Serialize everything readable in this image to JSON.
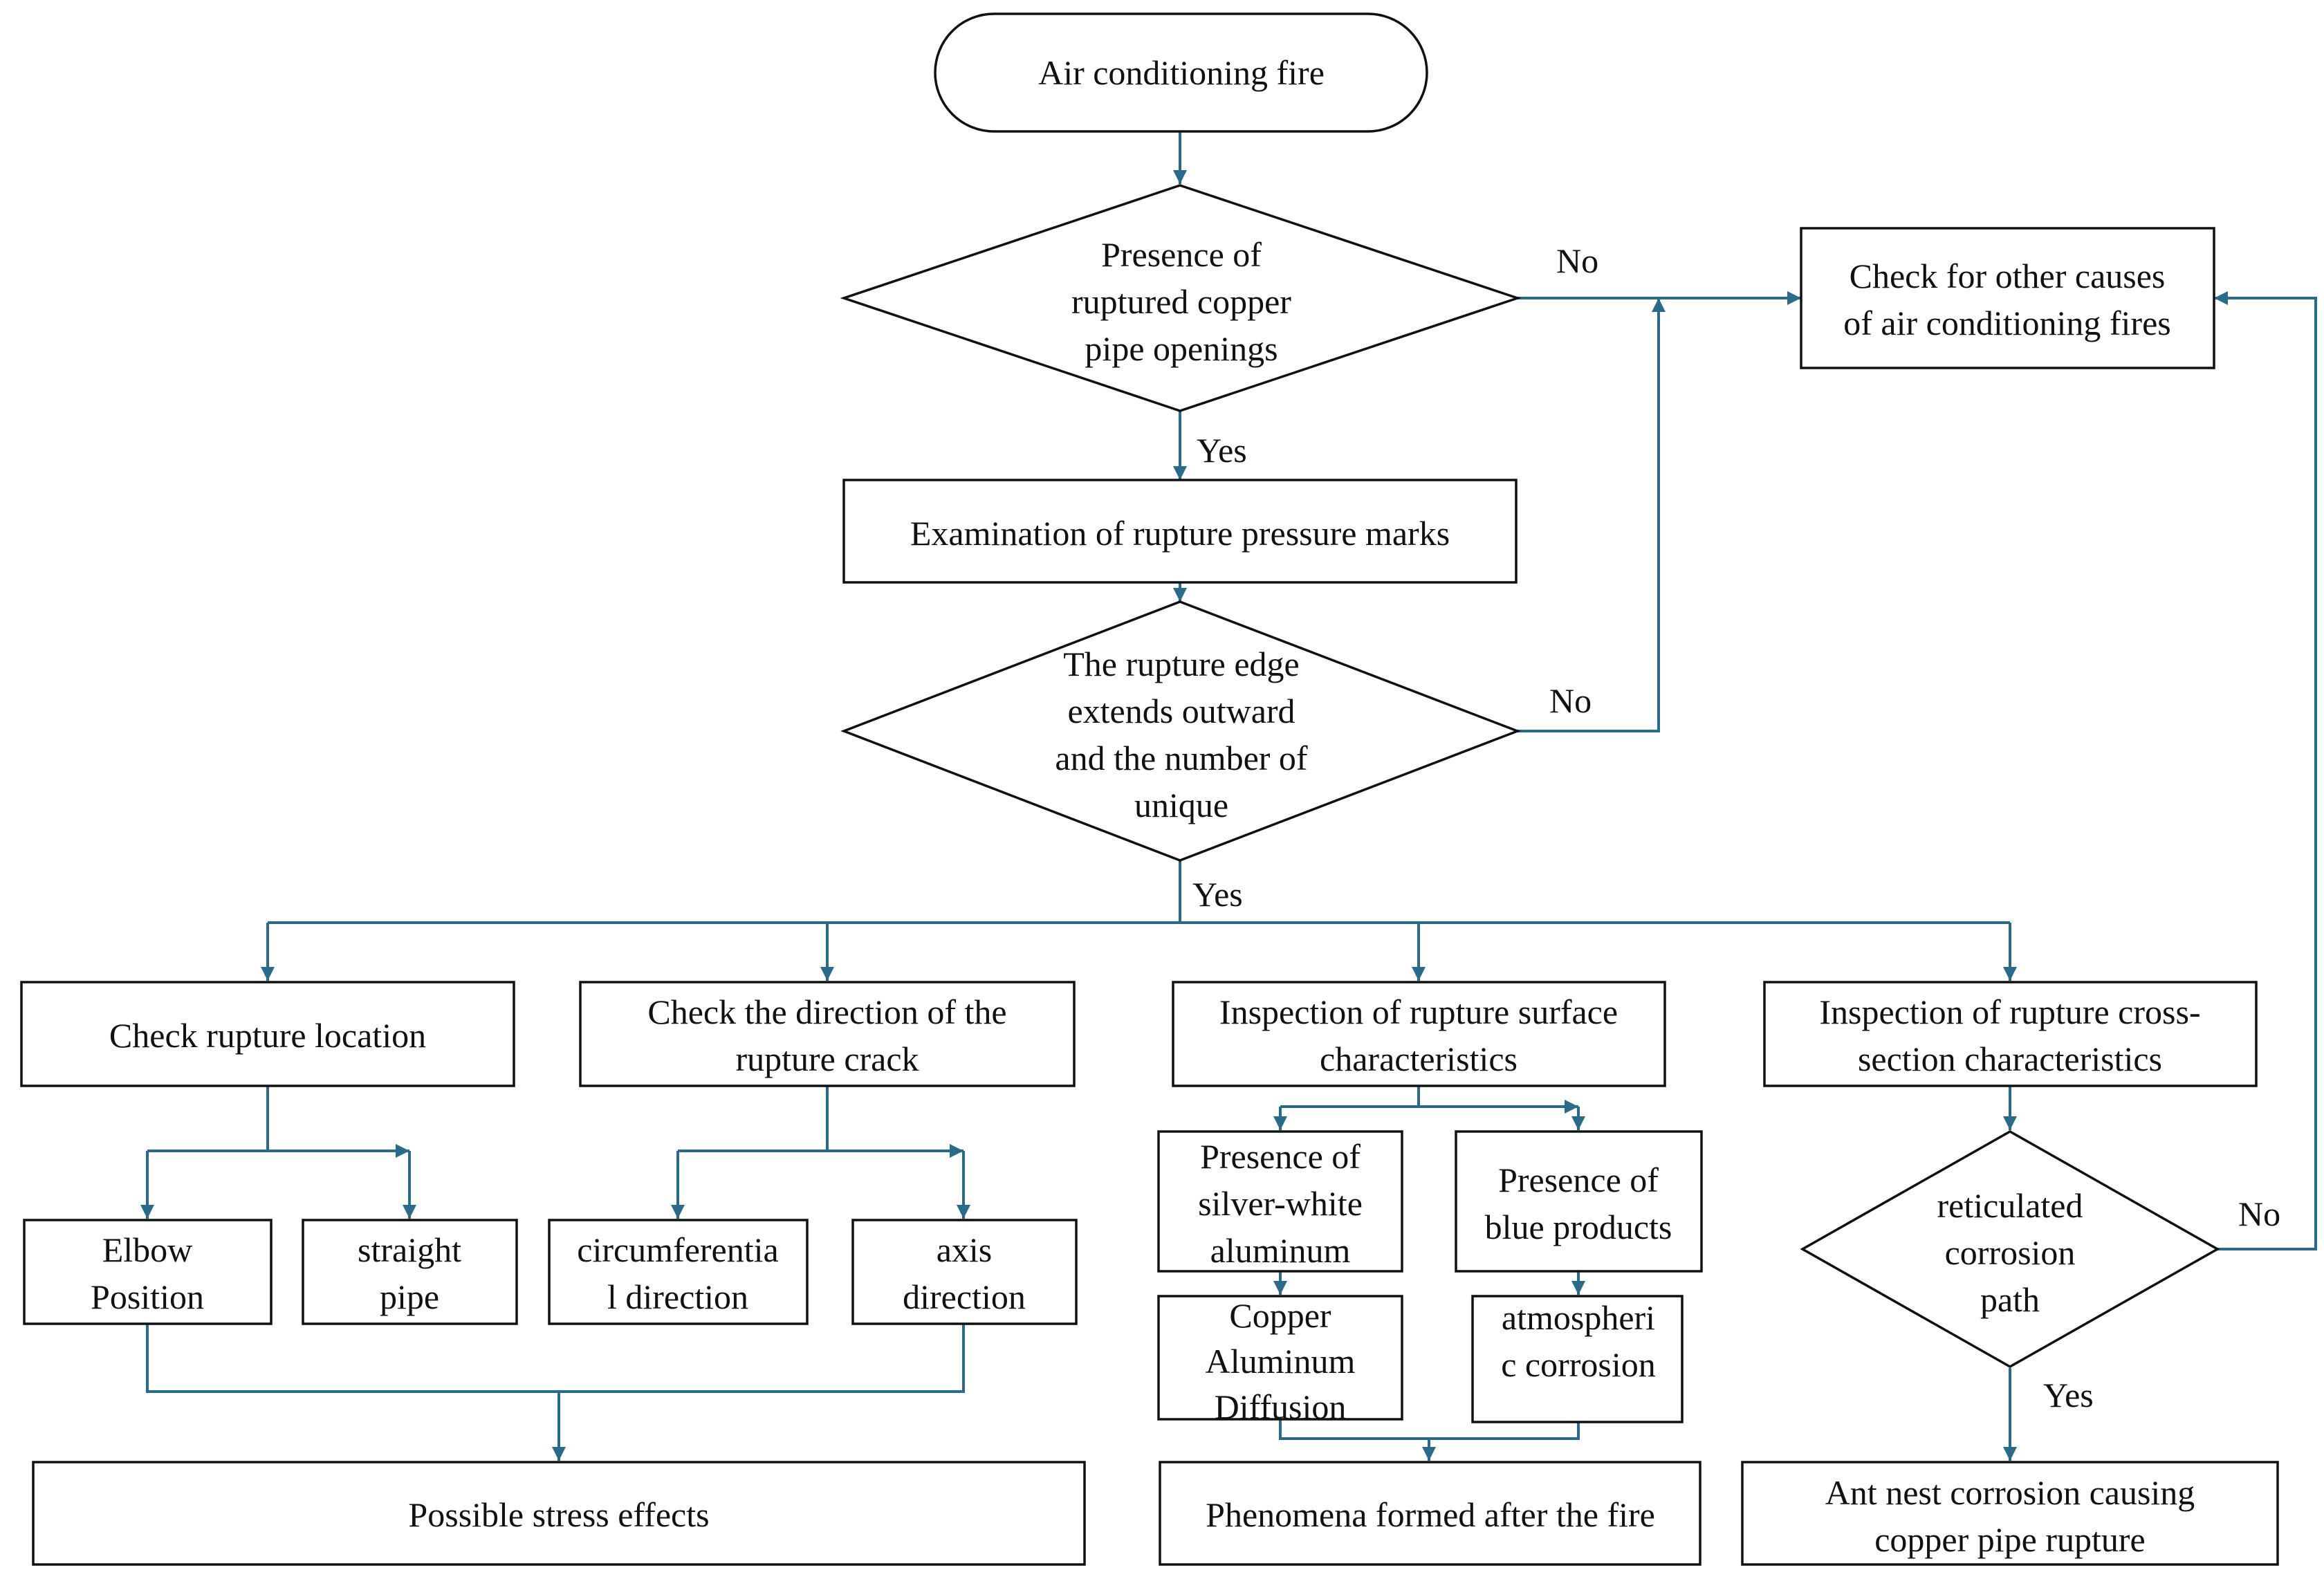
{
  "colors": {
    "connector": "#2a6a8a",
    "border": "#111111",
    "text": "#111111",
    "background": "#ffffff"
  },
  "nodes": {
    "start": [
      "Air conditioning fire"
    ],
    "decision_copper": [
      "Presence of",
      "ruptured copper",
      "pipe openings"
    ],
    "other_causes": [
      "Check for other causes",
      "of air conditioning fires"
    ],
    "exam_pressure": [
      "Examination of rupture pressure marks"
    ],
    "decision_edge": [
      "The rupture edge",
      "extends outward",
      "and the number of",
      "unique"
    ],
    "check_location": [
      "Check rupture location"
    ],
    "check_direction": [
      "Check the direction of the",
      "rupture crack"
    ],
    "inspect_surface": [
      "Inspection of rupture surface",
      "characteristics"
    ],
    "inspect_section": [
      "Inspection of rupture cross-",
      "section characteristics"
    ],
    "elbow": [
      "Elbow",
      "Position"
    ],
    "straight": [
      "straight",
      "pipe"
    ],
    "circumferential": [
      "circumferentia",
      "l direction"
    ],
    "axis": [
      "axis",
      "direction"
    ],
    "silver": [
      "Presence of",
      "silver-white",
      "aluminum"
    ],
    "blue": [
      "Presence of",
      "blue products"
    ],
    "copper_al": [
      "Copper",
      "Aluminum",
      "Diffusion"
    ],
    "atmospheric": [
      "atmospheri",
      "c corrosion"
    ],
    "decision_reticulated": [
      "reticulated",
      "corrosion",
      "path"
    ],
    "stress": [
      "Possible stress effects"
    ],
    "phenomena": [
      "Phenomena formed after the fire"
    ],
    "ant_nest": [
      "Ant nest corrosion causing",
      "copper pipe rupture"
    ]
  },
  "edge_labels": {
    "no_copper": "No",
    "yes_copper": "Yes",
    "no_edge": "No",
    "yes_edge": "Yes",
    "no_reticulated": "No",
    "yes_reticulated": "Yes"
  }
}
